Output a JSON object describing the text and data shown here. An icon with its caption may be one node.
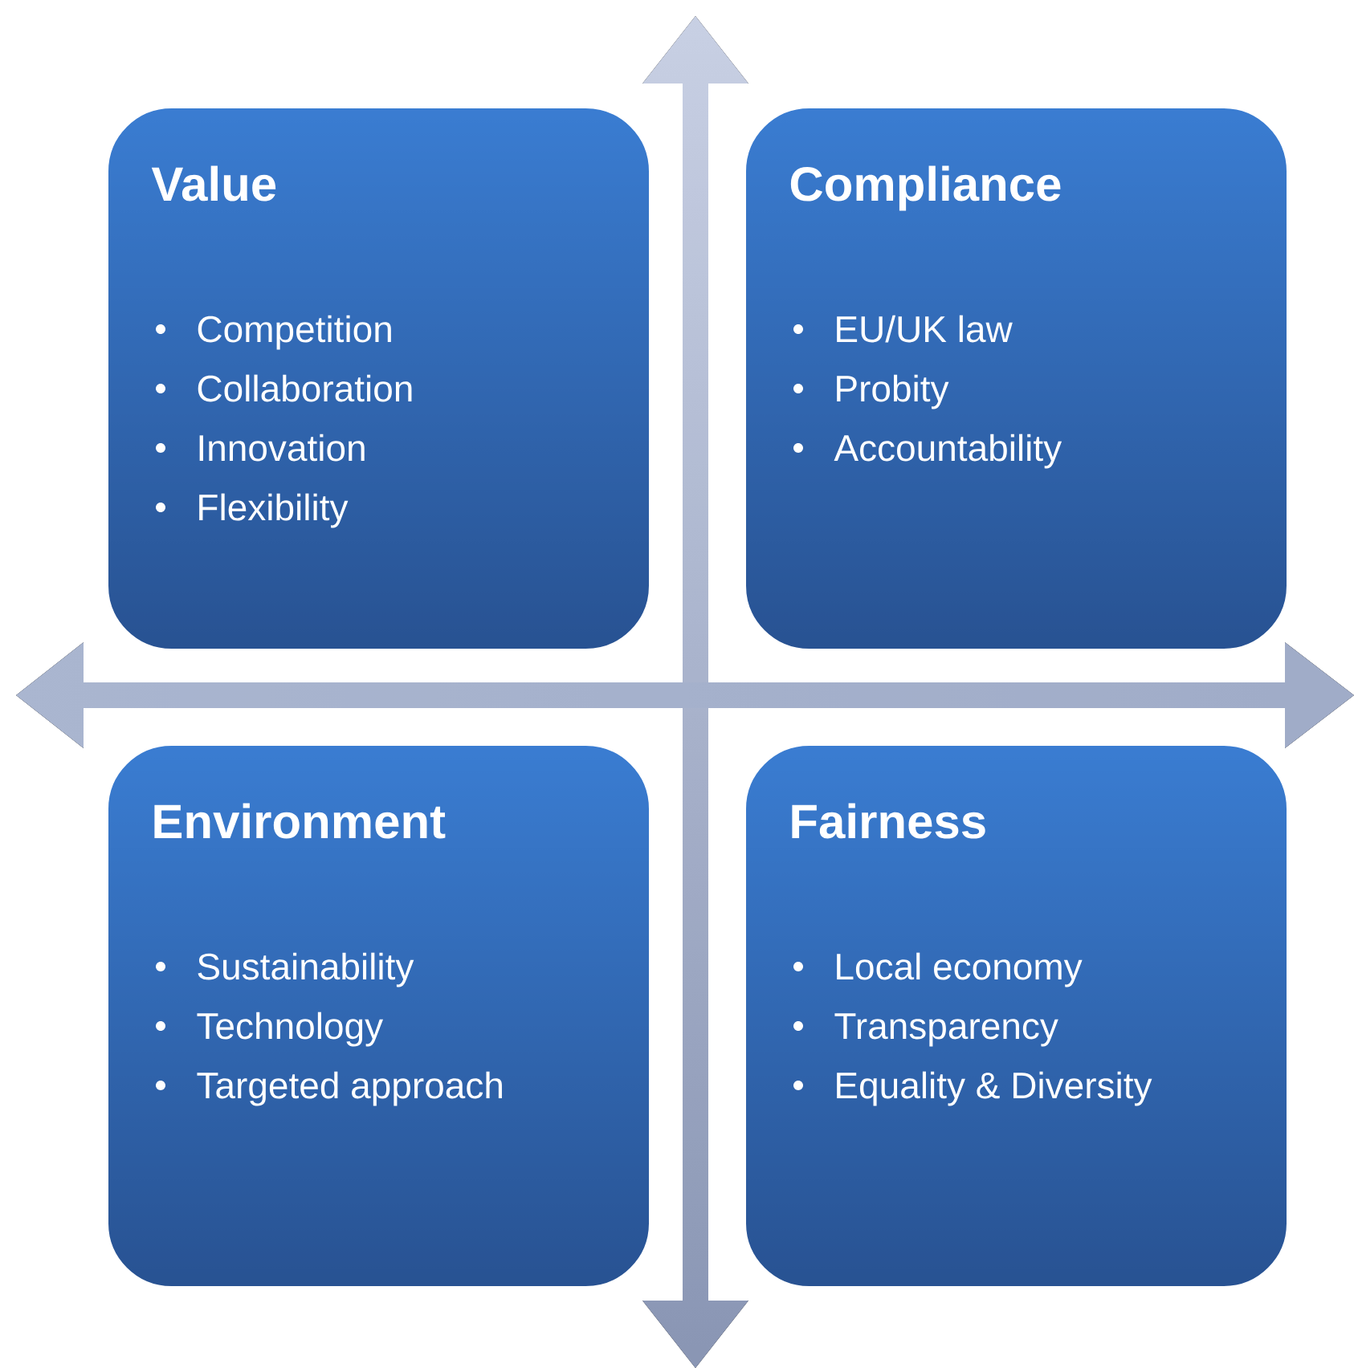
{
  "diagram": {
    "nodes": [
      {
        "text": [
          "Value",
          "Competition",
          "Collaboration",
          "Innovation",
          "Flexibility"
        ]
      },
      {
        "text": [
          "Compliance",
          "EU/UK  law",
          "Probity",
          "Accountability"
        ]
      },
      {
        "text": [
          "Environment",
          "Sustainability",
          "Technology",
          "Targeted approach"
        ]
      },
      {
        "text": [
          "Fairness",
          "Local economy",
          "Transparency",
          "Equality & Diversity"
        ]
      }
    ]
  }
}
